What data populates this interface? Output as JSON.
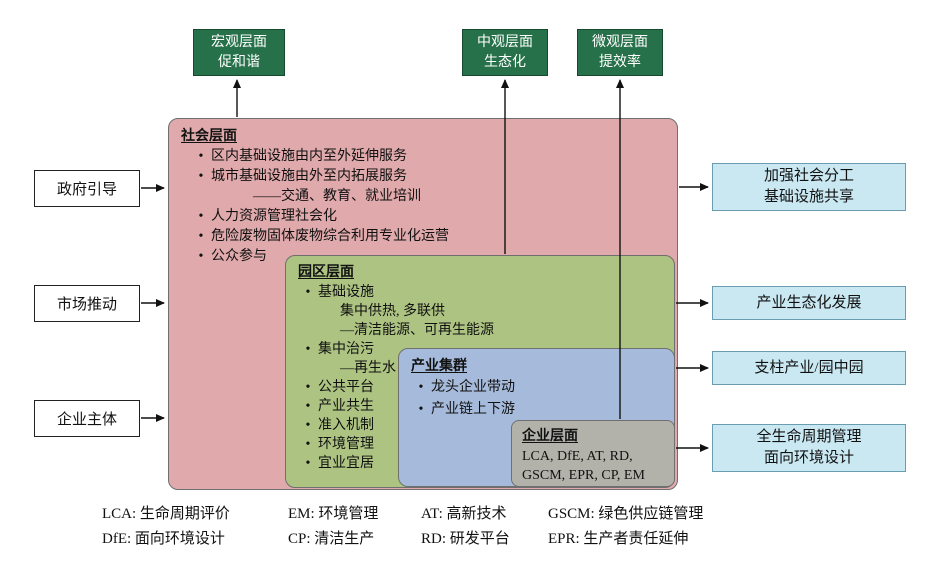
{
  "colors": {
    "top_box_bg": "#27714a",
    "top_box_text": "#ffffff",
    "society_bg": "#e0a9ab",
    "park_bg": "#adc382",
    "cluster_bg": "#a6bbdb",
    "enterprise_bg": "#b2b2ab",
    "outcome_bg": "#c9e8f2",
    "driver_bg": "#ffffff",
    "arrow_color": "#111111"
  },
  "bullet_icon": "•",
  "top_labels": [
    {
      "line1": "宏观层面",
      "line2": "促和谐"
    },
    {
      "line1": "中观层面",
      "line2": "生态化"
    },
    {
      "line1": "微观层面",
      "line2": "提效率"
    }
  ],
  "drivers": [
    "政府引导",
    "市场推动",
    "企业主体"
  ],
  "outcomes": [
    {
      "line1": "加强社会分工",
      "line2": "基础设施共享"
    },
    {
      "line1": "产业生态化发展",
      "line2": ""
    },
    {
      "line1": "支柱产业/园中园",
      "line2": ""
    },
    {
      "line1": "全生命周期管理",
      "line2": "面向环境设计"
    }
  ],
  "society": {
    "title": "社会层面",
    "items": [
      "区内基础设施由内至外延伸服务",
      "城市基础设施由外至内拓展服务",
      "——交通、教育、就业培训",
      "人力资源管理社会化",
      "危险废物固体废物综合利用专业化运营",
      "公众参与"
    ]
  },
  "park": {
    "title": "园区层面",
    "items": [
      "基础设施",
      "集中供热, 多联供",
      "—清洁能源、可再生能源",
      "集中治污",
      "—再生水",
      "公共平台",
      "产业共生",
      "准入机制",
      "环境管理",
      "宜业宜居"
    ]
  },
  "cluster": {
    "title": "产业集群",
    "items": [
      "龙头企业带动",
      "产业链上下游"
    ]
  },
  "enterprise": {
    "title": "企业层面",
    "line1": "LCA, DfE, AT, RD,",
    "line2": "GSCM, EPR, CP, EM"
  },
  "legend": [
    "LCA: 生命周期评价",
    "EM: 环境管理",
    "AT: 高新技术",
    "GSCM: 绿色供应链管理",
    "DfE: 面向环境设计",
    "CP: 清洁生产",
    "RD: 研发平台",
    "EPR: 生产者责任延伸"
  ]
}
